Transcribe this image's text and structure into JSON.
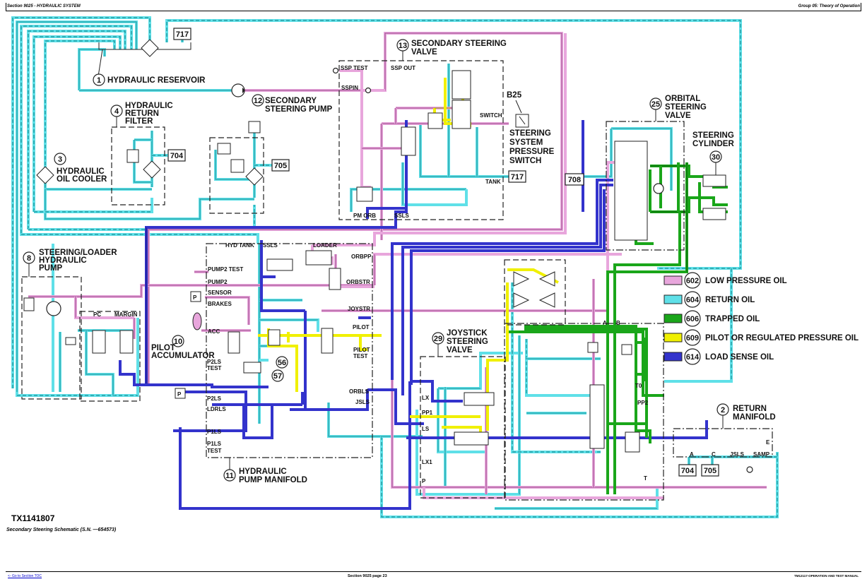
{
  "header": {
    "left": "Section 9025 - HYDRAULIC SYSTEM",
    "right": "Group 05: Theory of Operation"
  },
  "footer": {
    "toc_link": "<- Go to Section TOC",
    "page": "Section 9025 page 23",
    "manual": "TM12117-OPERATION AND TEST MANUAL"
  },
  "figure": {
    "id": "TX1141807",
    "caption": "Secondary Steering Schematic (S.N. —654573)"
  },
  "colors": {
    "low_pressure": "#e8a6dc",
    "low_pressure_line": "#b0609e",
    "return": "#5fe0e8",
    "return_line": "#1aa6b0",
    "trapped": "#1aa61a",
    "pilot": "#f0f000",
    "load_sense": "#3333cc"
  },
  "legend": [
    {
      "code": "602",
      "label": "LOW PRESSURE OIL",
      "color_key": "low_pressure"
    },
    {
      "code": "604",
      "label": "RETURN OIL",
      "color_key": "return"
    },
    {
      "code": "606",
      "label": "TRAPPED OIL",
      "color_key": "trapped"
    },
    {
      "code": "609",
      "label": "PILOT OR REGULATED PRESSURE OIL",
      "color_key": "pilot"
    },
    {
      "code": "614",
      "label": "LOAD SENSE OIL",
      "color_key": "load_sense"
    }
  ],
  "components": {
    "c1": {
      "num": "1",
      "name": "HYDRAULIC RESERVOIR"
    },
    "c2": {
      "num": "2",
      "name1": "RETURN",
      "name2": "MANIFOLD"
    },
    "c3": {
      "num": "3",
      "name1": "HYDRAULIC",
      "name2": "OIL COOLER"
    },
    "c4": {
      "num": "4",
      "name1": "HYDRAULIC",
      "name2": "RETURN",
      "name3": "FILTER"
    },
    "c8": {
      "num": "8",
      "name1": "STEERING/LOADER",
      "name2": "HYDRAULIC",
      "name3": "PUMP"
    },
    "c10": {
      "num": "10",
      "name1": "PILOT",
      "name2": "ACCUMULATOR"
    },
    "c11": {
      "num": "11",
      "name1": "HYDRAULIC",
      "name2": "PUMP MANIFOLD"
    },
    "c12": {
      "num": "12",
      "name1": "SECONDARY",
      "name2": "STEERING PUMP"
    },
    "c13": {
      "num": "13",
      "name1": "SECONDARY STEERING",
      "name2": "VALVE"
    },
    "c25": {
      "num": "25",
      "name1": "ORBITAL",
      "name2": "STEERING",
      "name3": "VALVE"
    },
    "c29": {
      "num": "29",
      "name1": "JOYSTICK",
      "name2": "STEERING",
      "name3": "VALVE"
    },
    "c30": {
      "num": "30",
      "name1": "STEERING",
      "name2": "CYLINDER"
    },
    "c56": {
      "num": "56"
    },
    "c57": {
      "num": "57"
    },
    "b25": {
      "code": "B25",
      "name1": "STEERING",
      "name2": "SYSTEM",
      "name3": "PRESSURE",
      "name4": "SWITCH"
    }
  },
  "refs": {
    "r717a": "717",
    "r717b": "717",
    "r704a": "704",
    "r705a": "705",
    "r708": "708",
    "r704b": "704",
    "r705b": "705"
  },
  "ports": {
    "ssp_test": "SSP TEST",
    "ssp_out": "SSP OUT",
    "sspin": "SSPIN",
    "switch": "SWITCH",
    "tank": "TANK",
    "pm_orb": "PM ORB",
    "ssls_top": "SSLS",
    "hyd_tank": "HYD TANK",
    "ssls": "SSLS",
    "loader": "LOADER",
    "orbpp": "ORBPP",
    "pump2_test": "PUMP2 TEST",
    "pump2": "PUMP2",
    "sensor": "SENSOR",
    "brakes": "BRAKES",
    "orbstr": "ORBSTR",
    "joystr": "JOYSTR",
    "acc": "ACC",
    "pilot": "PILOT",
    "pilot_test1": "PILOT",
    "pilot_test2": "TEST",
    "p2ls_test1": "P2LS",
    "p2ls_test2": "TEST",
    "p2ls": "P2LS",
    "ldrls": "LDRLS",
    "p1ls": "P1LS",
    "p1ls_test1": "P1LS",
    "p1ls_test2": "TEST",
    "orbls": "ORBLS",
    "jsls": "JSLS",
    "pc": "PC",
    "margin": "MARGIN",
    "lx": "LX",
    "pp1": "PP1",
    "ls": "LS",
    "lx1": "LX1",
    "p": "P",
    "a": "A",
    "b": "B",
    "t0": "T0",
    "pp2": "PP2",
    "t": "T",
    "rm_a": "A",
    "rm_c": "C",
    "rm_jsls": "JSLS",
    "rm_samp": "SAMP",
    "rm_e": "E",
    "sensor_p1": "P",
    "sensor_p2": "P"
  }
}
